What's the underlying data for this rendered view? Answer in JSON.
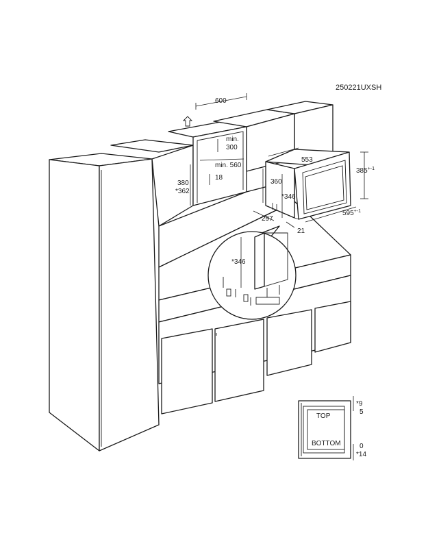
{
  "model_code": "250221UXSH",
  "dimensions": {
    "niche_width": "600",
    "min_300_a": "min.",
    "min_300_b": "300",
    "min_560": "min. 560",
    "niche_height_a": "380",
    "niche_height_b": "*362",
    "gap_18": "18",
    "unit_depth": "553",
    "unit_body_height": "360",
    "unit_star_height": "*346",
    "unit_front_height": "385",
    "unit_front_height_tol": "+-1",
    "unit_side_depth": "297",
    "frame_offset": "21",
    "unit_width": "595",
    "unit_width_tol": "+-1",
    "detail_height": "*346"
  },
  "inset": {
    "top_label": "TOP",
    "bottom_label": "BOTTOM",
    "top_star": "*9",
    "top_value": "5",
    "bottom_value": "0",
    "bottom_star": "*14"
  }
}
